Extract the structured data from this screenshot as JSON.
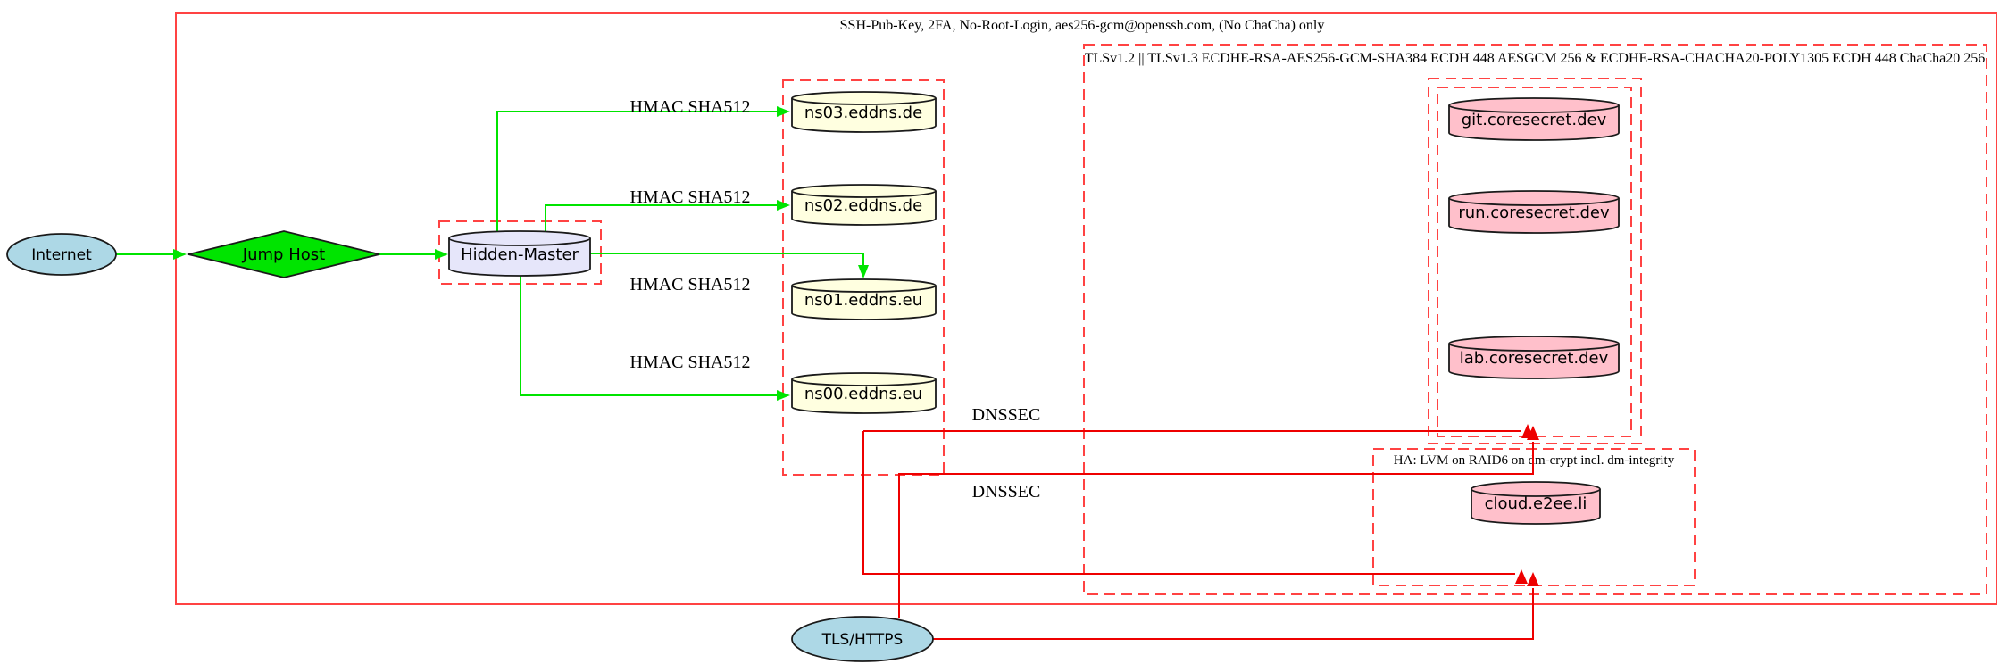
{
  "diagram": {
    "clusters": {
      "ssh": {
        "label": "SSH-Pub-Key, 2FA, No-Root-Login, aes256-gcm@openssh.com, (No ChaCha) only"
      },
      "tls": {
        "label": "TLSv1.2 || TLSv1.3 ECDHE-RSA-AES256-GCM-SHA384 ECDH 448 AESGCM 256 & ECDHE-RSA-CHACHA20-POLY1305 ECDH 448 ChaCha20 256"
      },
      "ha": {
        "label": "HA: LVM on RAID6 on dm-crypt incl. dm-integrity"
      }
    },
    "nodes": {
      "internet": {
        "label": "Internet",
        "shape": "ellipse",
        "fill": "#add8e6"
      },
      "jump_host": {
        "label": "Jump Host",
        "shape": "diamond",
        "fill": "#00e400"
      },
      "hidden_master": {
        "label": "Hidden-Master",
        "shape": "cylinder",
        "fill": "#e6e6fa"
      },
      "ns03": {
        "label": "ns03.eddns.de",
        "shape": "cylinder",
        "fill": "#ffffe0"
      },
      "ns02": {
        "label": "ns02.eddns.de",
        "shape": "cylinder",
        "fill": "#ffffe0"
      },
      "ns01": {
        "label": "ns01.eddns.eu",
        "shape": "cylinder",
        "fill": "#ffffe0"
      },
      "ns00": {
        "label": "ns00.eddns.eu",
        "shape": "cylinder",
        "fill": "#ffffe0"
      },
      "git": {
        "label": "git.coresecret.dev",
        "shape": "cylinder",
        "fill": "#ffc0cb"
      },
      "run": {
        "label": "run.coresecret.dev",
        "shape": "cylinder",
        "fill": "#ffc0cb"
      },
      "lab": {
        "label": "lab.coresecret.dev",
        "shape": "cylinder",
        "fill": "#ffc0cb"
      },
      "cloud": {
        "label": "cloud.e2ee.li",
        "shape": "cylinder",
        "fill": "#ffc0cb"
      },
      "tls_https": {
        "label": "TLS/HTTPS",
        "shape": "ellipse",
        "fill": "#add8e6"
      }
    },
    "edge_labels": {
      "hmac": "HMAC SHA512",
      "dnssec": "DNSSEC"
    },
    "colors": {
      "cluster_border": "#ff4343",
      "secure_transfer_green": "#00e400",
      "dnssec_tls_red": "#ee0000",
      "node_outline": "#1a1a1a",
      "nameserver_fill": "#ffffe0",
      "service_fill": "#ffc0cb",
      "endpoint_fill": "#add8e6",
      "hidden_master_fill": "#e6e6fa"
    }
  }
}
